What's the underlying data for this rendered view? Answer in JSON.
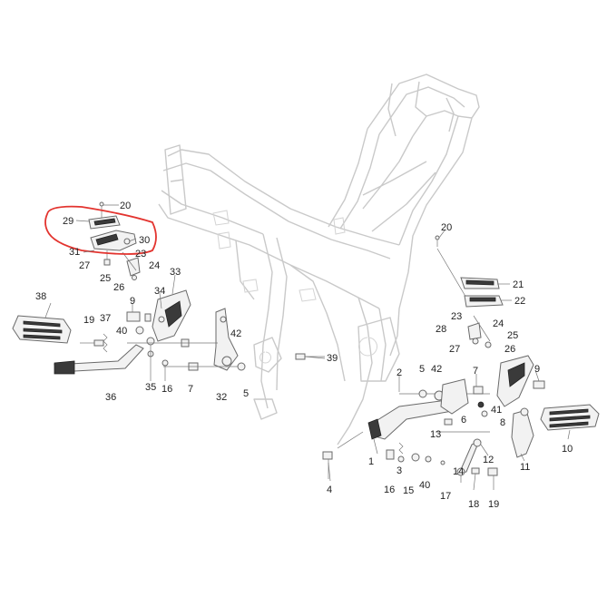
{
  "colors": {
    "frame": "#c9c9c9",
    "highlight": "#e3342f",
    "text": "#222222"
  },
  "callouts": [
    {
      "id": "c20a",
      "label": "20"
    },
    {
      "id": "c29",
      "label": "29"
    },
    {
      "id": "c30",
      "label": "30"
    },
    {
      "id": "c31",
      "label": "31"
    },
    {
      "id": "c23a",
      "label": "23"
    },
    {
      "id": "c27a",
      "label": "27"
    },
    {
      "id": "c24a",
      "label": "24"
    },
    {
      "id": "c25a",
      "label": "25"
    },
    {
      "id": "c26a",
      "label": "26"
    },
    {
      "id": "c33",
      "label": "33"
    },
    {
      "id": "c34",
      "label": "34"
    },
    {
      "id": "c38",
      "label": "38"
    },
    {
      "id": "c9a",
      "label": "9"
    },
    {
      "id": "c19a",
      "label": "19"
    },
    {
      "id": "c37",
      "label": "37"
    },
    {
      "id": "c40a",
      "label": "40"
    },
    {
      "id": "c42a",
      "label": "42"
    },
    {
      "id": "c36",
      "label": "36"
    },
    {
      "id": "c35",
      "label": "35"
    },
    {
      "id": "c16a",
      "label": "16"
    },
    {
      "id": "c7a",
      "label": "7"
    },
    {
      "id": "c32",
      "label": "32"
    },
    {
      "id": "c5a",
      "label": "5"
    },
    {
      "id": "c39",
      "label": "39"
    },
    {
      "id": "c20b",
      "label": "20"
    },
    {
      "id": "c21",
      "label": "21"
    },
    {
      "id": "c22",
      "label": "22"
    },
    {
      "id": "c23b",
      "label": "23"
    },
    {
      "id": "c28",
      "label": "28"
    },
    {
      "id": "c24b",
      "label": "24"
    },
    {
      "id": "c25b",
      "label": "25"
    },
    {
      "id": "c27b",
      "label": "27"
    },
    {
      "id": "c26b",
      "label": "26"
    },
    {
      "id": "c2",
      "label": "2"
    },
    {
      "id": "c5b",
      "label": "5"
    },
    {
      "id": "c42b",
      "label": "42"
    },
    {
      "id": "c7b",
      "label": "7"
    },
    {
      "id": "c9b",
      "label": "9"
    },
    {
      "id": "c6",
      "label": "6"
    },
    {
      "id": "c41",
      "label": "41"
    },
    {
      "id": "c8",
      "label": "8"
    },
    {
      "id": "c13",
      "label": "13"
    },
    {
      "id": "c12",
      "label": "12"
    },
    {
      "id": "c11",
      "label": "11"
    },
    {
      "id": "c10",
      "label": "10"
    },
    {
      "id": "c1",
      "label": "1"
    },
    {
      "id": "c3",
      "label": "3"
    },
    {
      "id": "c16b",
      "label": "16"
    },
    {
      "id": "c15",
      "label": "15"
    },
    {
      "id": "c40b",
      "label": "40"
    },
    {
      "id": "c17",
      "label": "17"
    },
    {
      "id": "c14",
      "label": "14"
    },
    {
      "id": "c18",
      "label": "18"
    },
    {
      "id": "c19b",
      "label": "19"
    },
    {
      "id": "c4",
      "label": "4"
    }
  ]
}
